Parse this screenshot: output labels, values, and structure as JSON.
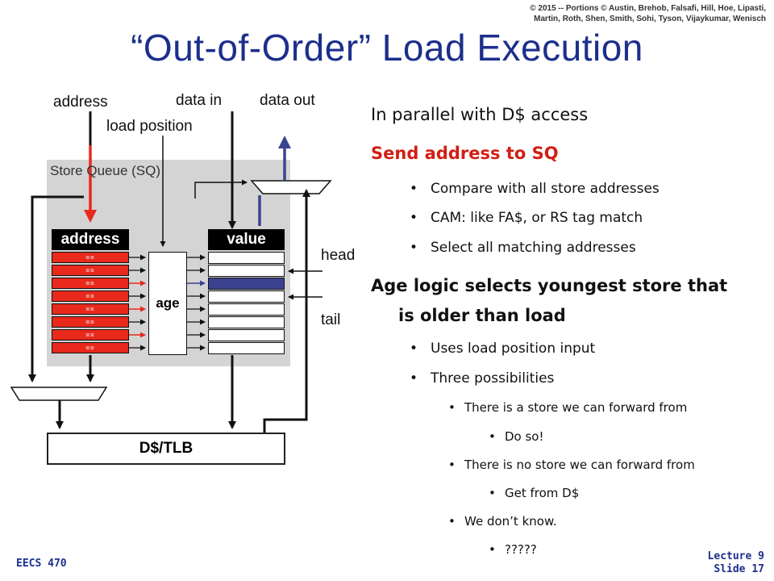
{
  "copyright": "© 2015 -- Portions © Austin, Brehob, Falsafi, Hill, Hoe, Lipasti,\nMartin, Roth, Shen, Smith, Sohi, Tyson, Vijaykumar, Wenisch",
  "title": "“Out-of-Order” Load Execution",
  "diagram": {
    "labels": {
      "address": "address",
      "data_in": "data in",
      "data_out": "data out",
      "load_position": "load position",
      "store_queue": "Store Queue (SQ)",
      "head": "head",
      "tail": "tail"
    },
    "address_header": "address",
    "value_header": "value",
    "cam_cell_text": "==",
    "age_label": "age",
    "dtlb_label": "D$/TLB",
    "colors": {
      "red": "#e8291c",
      "blue": "#3b4390",
      "sq_bg": "#d4d4d4"
    }
  },
  "bullets": [
    {
      "level": 0,
      "style": "normal",
      "text": "In parallel with D$ access"
    },
    {
      "level": 0,
      "style": "red",
      "text": "Send address to SQ"
    },
    {
      "level": 1,
      "text": "Compare with all store addresses"
    },
    {
      "level": 1,
      "text": "CAM: like FA$, or RS tag match"
    },
    {
      "level": 1,
      "text": "Select all matching addresses"
    },
    {
      "level": 0,
      "style": "bold",
      "text": "Age logic selects youngest store that"
    },
    {
      "level": 0,
      "style": "bold-cont",
      "text": "is older than load"
    },
    {
      "level": 1,
      "text": "Uses load position input"
    },
    {
      "level": 1,
      "text": "Three possibilities"
    },
    {
      "level": 2,
      "text": "There is a store we can forward from"
    },
    {
      "level": 3,
      "text": "Do so!"
    },
    {
      "level": 2,
      "text": "There is no store we can forward from"
    },
    {
      "level": 3,
      "text": "Get from D$"
    },
    {
      "level": 2,
      "text": "We don’t know."
    },
    {
      "level": 3,
      "text": "?????"
    }
  ],
  "footer": {
    "course": "EECS 470",
    "lecture": "Lecture 9",
    "slide": "Slide 17"
  }
}
